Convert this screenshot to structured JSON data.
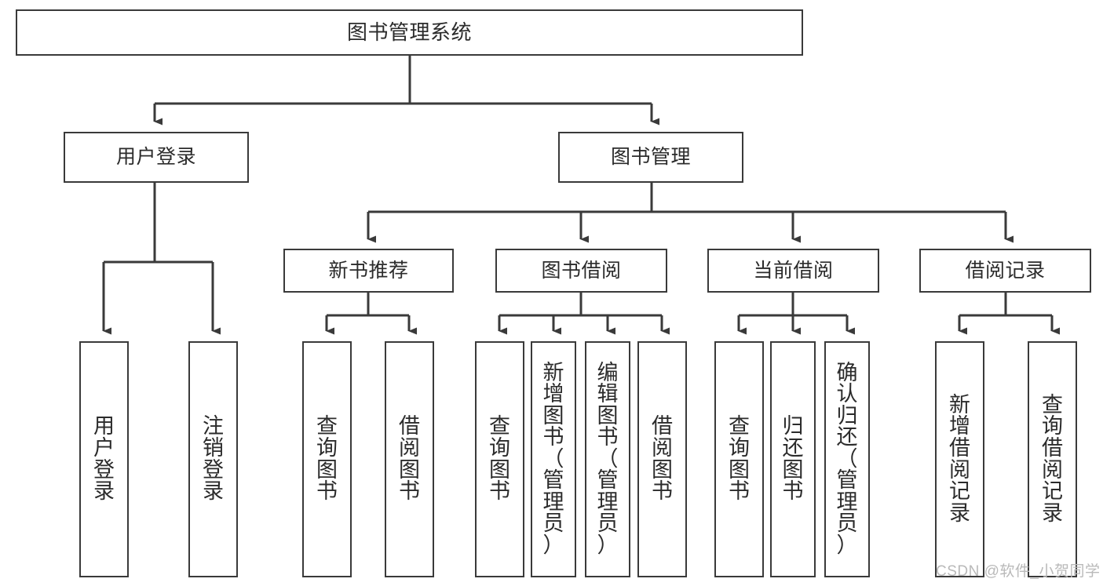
{
  "diagram": {
    "title": "图书管理系统",
    "type": "tree-hierarchy",
    "root": {
      "label": "图书管理系统"
    },
    "level2": [
      {
        "label": "用户登录"
      },
      {
        "label": "图书管理"
      }
    ],
    "level3": [
      {
        "label": "新书推荐"
      },
      {
        "label": "图书借阅"
      },
      {
        "label": "当前借阅"
      },
      {
        "label": "借阅记录"
      }
    ],
    "leaves": {
      "user_login": [
        {
          "label": "用户登录",
          "vertical": "用\n户\n登\n录"
        },
        {
          "label": "注销登录",
          "vertical": "注\n销\n登\n录"
        }
      ],
      "new_book_recommend": [
        {
          "label": "查询图书",
          "vertical": "查\n询\n图\n书"
        },
        {
          "label": "借阅图书",
          "vertical": "借\n阅\n图\n书"
        }
      ],
      "book_borrow": [
        {
          "label": "查询图书",
          "vertical": "查\n询\n图\n书"
        },
        {
          "label": "新增图书（管理员）",
          "vertical": "新\n增\n图\n书\n（\n管\n理\n员\n）"
        },
        {
          "label": "编辑图书（管理员）",
          "vertical": "编\n辑\n图\n书\n（\n管\n理\n员\n）"
        },
        {
          "label": "借阅图书",
          "vertical": "借\n阅\n图\n书"
        }
      ],
      "current_borrow": [
        {
          "label": "查询图书",
          "vertical": "查\n询\n图\n书"
        },
        {
          "label": "归还图书",
          "vertical": "归\n还\n图\n书"
        },
        {
          "label": "确认归还（管理员）",
          "vertical": "确\n认\n归\n还\n（\n管\n理\n员\n）"
        }
      ],
      "borrow_record": [
        {
          "label": "新增借阅记录",
          "vertical": "新\n增\n借\n阅\n记\n录"
        },
        {
          "label": "查询借阅记录",
          "vertical": "查\n询\n借\n阅\n记\n录"
        }
      ]
    },
    "colors": {
      "border": "#3a3a3a",
      "connector": "#3a3a3a",
      "background": "#ffffff",
      "text": "#2b2b2b",
      "watermark": "#b9b9b9"
    }
  },
  "watermark": {
    "text": "CSDN @软件_小贺同学"
  }
}
